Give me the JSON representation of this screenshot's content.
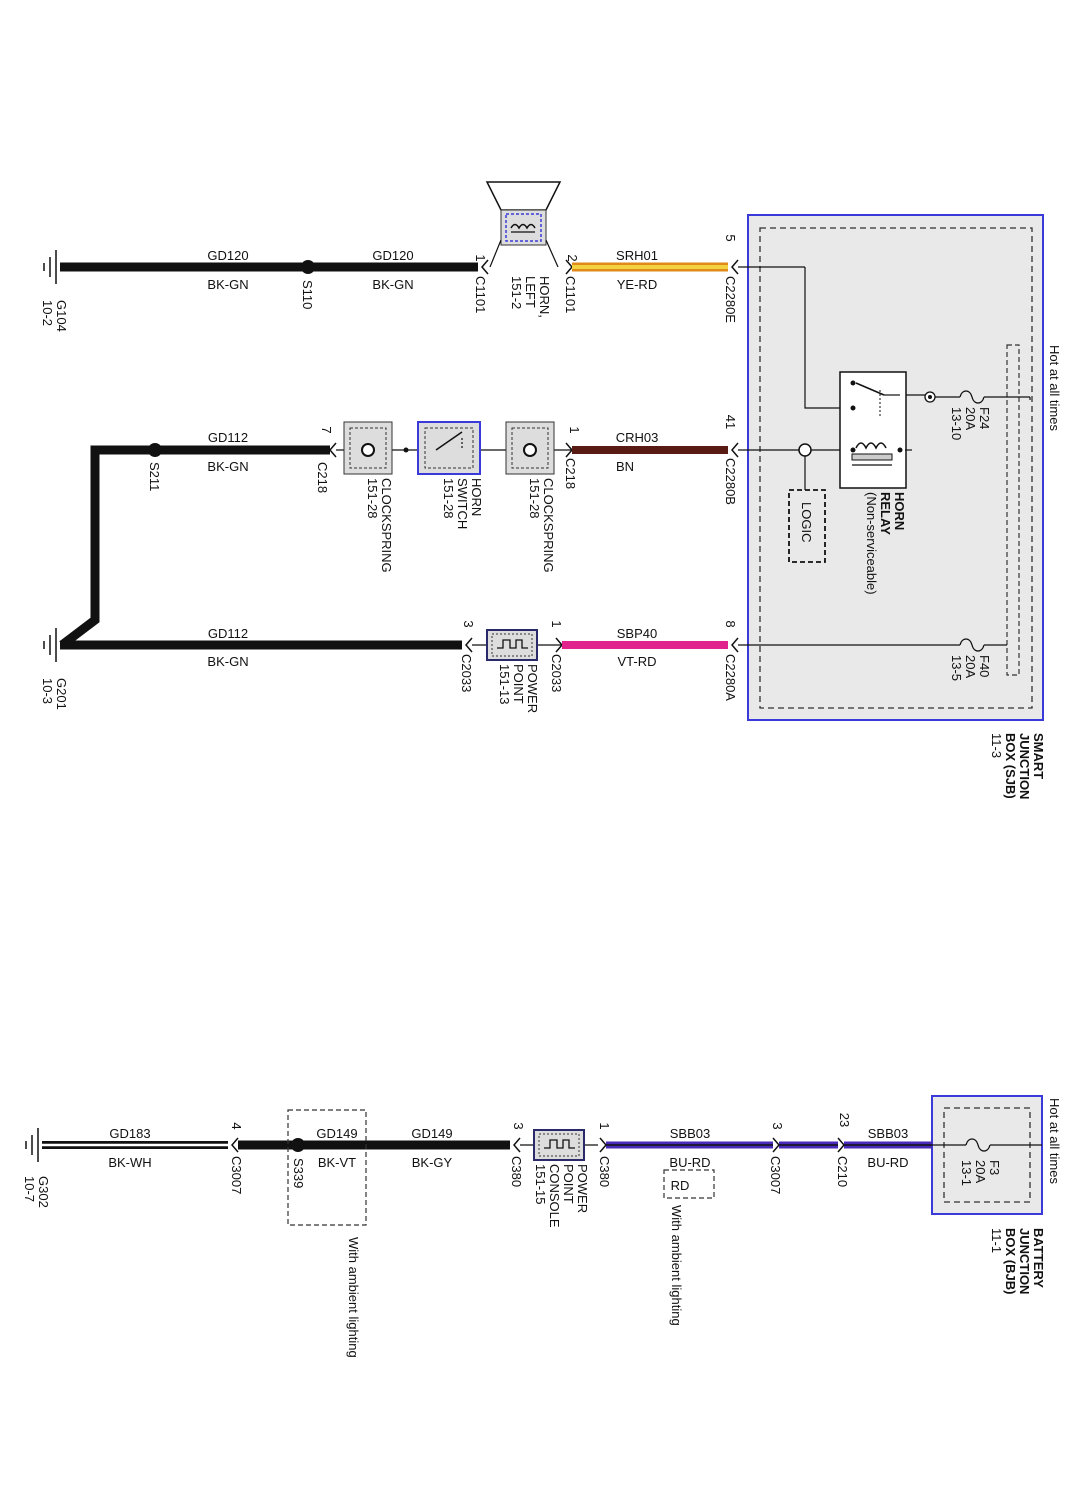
{
  "colors": {
    "black": "#111111",
    "sjb_border": "#3a3ad8",
    "ye_rd_outer": "#e08a1a",
    "ye_rd_inner": "#f2d240",
    "brown": "#5a1a14",
    "vt_rd": "#e0248c",
    "blue": "#4a2ab8",
    "gray": "#555555"
  },
  "top": {
    "row1": {
      "ground": {
        "name": "G104",
        "ref": "10-2"
      },
      "wire_a": {
        "circuit": "GD120",
        "color": "BK-GN"
      },
      "splice": "S110",
      "wire_b": {
        "circuit": "GD120",
        "color": "BK-GN"
      },
      "conn_left": {
        "pin": "1",
        "name": "C1101"
      },
      "horn": {
        "line1": "HORN,",
        "line2": "LEFT",
        "ref": "151-2"
      },
      "conn_right": {
        "pin": "2",
        "name": "C1101"
      },
      "wire_c": {
        "circuit": "SRH01",
        "color": "YE-RD"
      },
      "sjb_conn": {
        "pin": "5",
        "name": "C2280E"
      }
    },
    "row2": {
      "splice": "S211",
      "wire_a": {
        "circuit": "GD112",
        "color": "BK-GN"
      },
      "conn_left": {
        "pin": "7",
        "name": "C218"
      },
      "clockspring_left": {
        "name": "CLOCKSPRING",
        "ref": "151-28"
      },
      "horn_switch": {
        "line1": "HORN",
        "line2": "SWITCH",
        "ref": "151-28"
      },
      "clockspring_right": {
        "name": "CLOCKSPRING",
        "ref": "151-28"
      },
      "conn_right": {
        "pin": "1",
        "name": "C218"
      },
      "wire_c": {
        "circuit": "CRH03",
        "color": "BN"
      },
      "sjb_conn": {
        "pin": "41",
        "name": "C2280B"
      }
    },
    "row3": {
      "ground": {
        "name": "G201",
        "ref": "10-3"
      },
      "wire_a": {
        "circuit": "GD112",
        "color": "BK-GN"
      },
      "conn_left": {
        "pin": "3",
        "name": "C2033"
      },
      "power_point": {
        "line1": "POWER",
        "line2": "POINT",
        "ref": "151-13"
      },
      "conn_right": {
        "pin": "1",
        "name": "C2033"
      },
      "wire_c": {
        "circuit": "SBP40",
        "color": "VT-RD"
      },
      "sjb_conn": {
        "pin": "8",
        "name": "C2280A"
      }
    },
    "sjb": {
      "hot": "Hot at all times",
      "name1": "SMART",
      "name2": "JUNCTION",
      "name3": "BOX (SJB)",
      "ref": "11-3",
      "logic": "LOGIC",
      "relay1": "HORN",
      "relay2": "RELAY",
      "relay3": "(Non-serviceable)",
      "fuse_f24": {
        "name": "F24",
        "rating": "20A",
        "ref": "13-10"
      },
      "fuse_f40": {
        "name": "F40",
        "rating": "20A",
        "ref": "13-5"
      }
    }
  },
  "bottom": {
    "ground": {
      "name": "G302",
      "ref": "10-7"
    },
    "wire_a": {
      "circuit": "GD183",
      "color": "BK-WH"
    },
    "conn_c3007_left": {
      "pin": "4",
      "name": "C3007"
    },
    "splice": "S339",
    "wire_b": {
      "circuit": "GD149",
      "color": "BK-VT"
    },
    "wire_c": {
      "circuit": "GD149",
      "color": "BK-GY"
    },
    "conn_c380_left": {
      "pin": "3",
      "name": "C380"
    },
    "power_point": {
      "line1": "POWER",
      "line2": "POINT",
      "line3": "CONSOLE",
      "ref": "151-15"
    },
    "conn_c380_right": {
      "pin": "1",
      "name": "C380"
    },
    "wire_d": {
      "circuit": "SBB03",
      "color": "BU-RD",
      "alt": "RD"
    },
    "conn_c3007_right": {
      "pin": "3",
      "name": "C3007"
    },
    "conn_c210": {
      "pin": "23",
      "name": "C210"
    },
    "wire_e": {
      "circuit": "SBB03",
      "color": "BU-RD"
    },
    "ambient_1": "With ambient lighting",
    "ambient_2": "With ambient lighting",
    "bjb": {
      "hot": "Hot at all times",
      "name1": "BATTERY",
      "name2": "JUNCTION",
      "name3": "BOX (BJB)",
      "ref": "11-1",
      "fuse_f3": {
        "name": "F3",
        "rating": "20A",
        "ref": "13-1"
      }
    }
  }
}
